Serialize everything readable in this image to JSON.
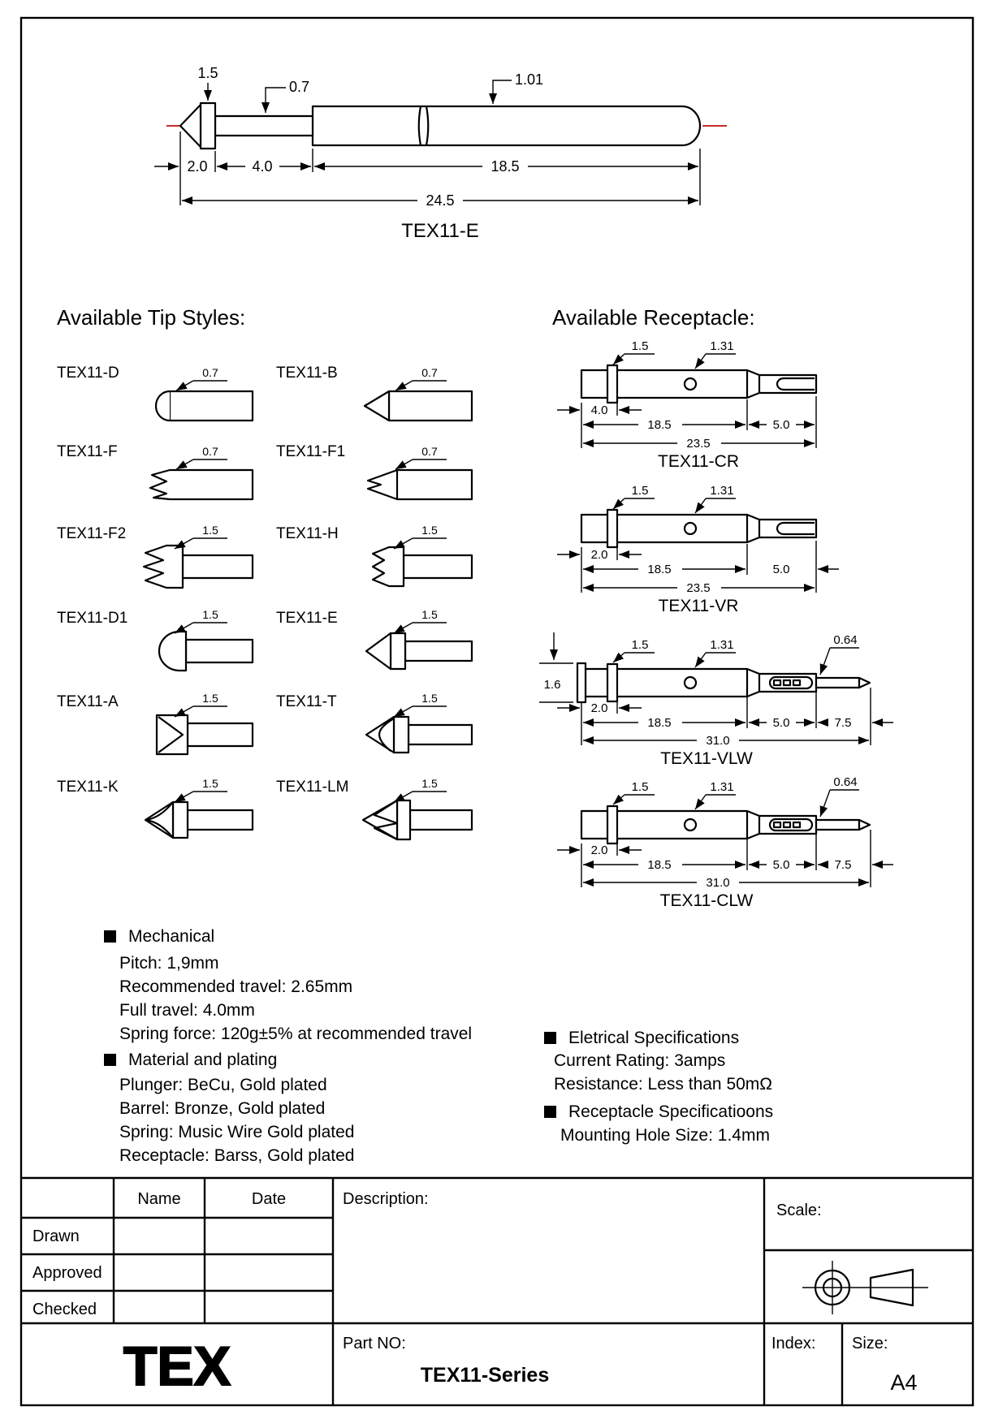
{
  "drawing": {
    "label": "TEX11-E",
    "dim_tip": "1.5",
    "dim_shaft": "0.7",
    "dim_barrel": "1.01",
    "dim_a": "2.0",
    "dim_b": "4.0",
    "dim_c": "18.5",
    "dim_total": "24.5"
  },
  "sections": {
    "tips_title": "Available Tip Styles:",
    "receptacles_title": "Available Receptacle:"
  },
  "tips": [
    {
      "label": "TEX11-D",
      "dim": "0.7"
    },
    {
      "label": "TEX11-B",
      "dim": "0.7"
    },
    {
      "label": "TEX11-F",
      "dim": "0.7"
    },
    {
      "label": "TEX11-F1",
      "dim": "0.7"
    },
    {
      "label": "TEX11-F2",
      "dim": "1.5"
    },
    {
      "label": "TEX11-H",
      "dim": "1.5"
    },
    {
      "label": "TEX11-D1",
      "dim": "1.5"
    },
    {
      "label": "TEX11-E",
      "dim": "1.5"
    },
    {
      "label": "TEX11-A",
      "dim": "1.5"
    },
    {
      "label": "TEX11-T",
      "dim": "1.5"
    },
    {
      "label": "TEX11-K",
      "dim": "1.5"
    },
    {
      "label": "TEX11-LM",
      "dim": "1.5"
    }
  ],
  "receptacles": [
    {
      "label": "TEX11-CR",
      "dim_collar": "1.5",
      "dim_body": "1.31",
      "dim_left": "4.0",
      "dim_mid": "18.5",
      "dim_right": "5.0",
      "dim_total": "23.5"
    },
    {
      "label": "TEX11-VR",
      "dim_collar": "1.5",
      "dim_body": "1.31",
      "dim_left": "2.0",
      "dim_mid": "18.5",
      "dim_right": "5.0",
      "dim_total": "23.5"
    },
    {
      "label": "TEX11-VLW",
      "dim_collar": "1.5",
      "dim_body": "1.31",
      "dim_flange": "1.6",
      "dim_wire": "0.64",
      "dim_left": "2.0",
      "dim_mid": "18.5",
      "dim_right": "5.0",
      "dim_wire_len": "7.5",
      "dim_total": "31.0"
    },
    {
      "label": "TEX11-CLW",
      "dim_collar": "1.5",
      "dim_body": "1.31",
      "dim_wire": "0.64",
      "dim_left": "2.0",
      "dim_mid": "18.5",
      "dim_right": "5.0",
      "dim_wire_len": "7.5",
      "dim_total": "31.0"
    }
  ],
  "specs": {
    "mechanical": {
      "title": "Mechanical",
      "lines": [
        "Pitch: 1,9mm",
        "Recommended travel: 2.65mm",
        "Full travel: 4.0mm",
        "Spring force: 120g±5% at recommended travel"
      ]
    },
    "material": {
      "title": "Material and plating",
      "lines": [
        "Plunger: BeCu, Gold plated",
        "Barrel: Bronze, Gold plated",
        "Spring: Music Wire Gold plated",
        "Receptacle: Barss, Gold plated"
      ]
    },
    "electrical": {
      "title": "Eletrical Specifications",
      "lines": [
        "Current Rating: 3amps",
        "Resistance: Less than 50mΩ"
      ]
    },
    "receptacle_specs": {
      "title": "Receptacle Specificatioons",
      "lines": [
        "Mounting Hole Size: 1.4mm"
      ]
    }
  },
  "title_block": {
    "name_header": "Name",
    "date_header": "Date",
    "description_label": "Description:",
    "scale_label": "Scale:",
    "row_labels": [
      "Drawn",
      "Approved",
      "Checked"
    ],
    "logo": "TEX",
    "part_no_label": "Part NO:",
    "part_no": "TEX11-Series",
    "index_label": "Index:",
    "size_label": "Size:",
    "size_value": "A4"
  }
}
